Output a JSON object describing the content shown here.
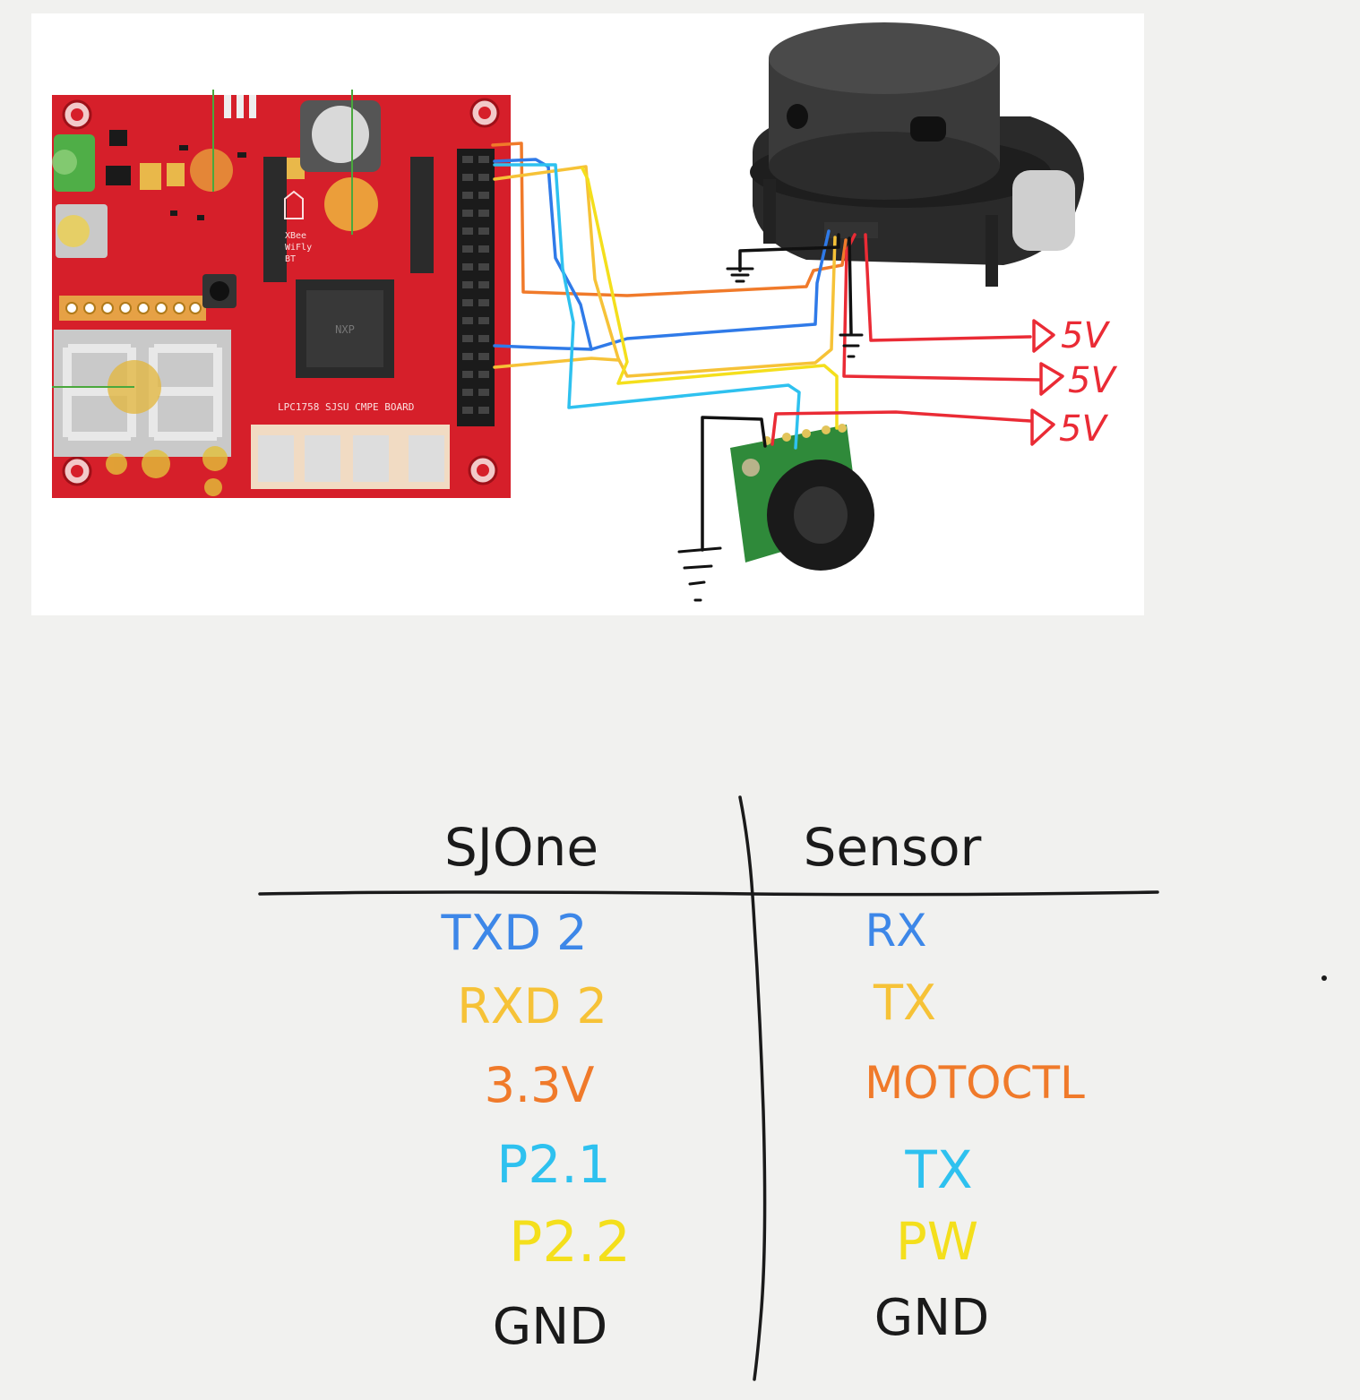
{
  "board": {
    "label": "LPC1758 SJSU CMPE BOARD",
    "slot_label": [
      "XBee",
      "WiFly",
      "BT"
    ]
  },
  "power_labels": [
    "5V",
    "5V",
    "5V"
  ],
  "table": {
    "headers": [
      "SJOne",
      "Sensor"
    ],
    "rows": [
      {
        "sjone": "TXD 2",
        "sensor": "RX",
        "color": "#3d87e8"
      },
      {
        "sjone": "RXD 2",
        "sensor": "TX",
        "color": "#f6c237"
      },
      {
        "sjone": "3.3V",
        "sensor": "MOTOCTL",
        "color": "#f07a2a"
      },
      {
        "sjone": "P2.1",
        "sensor": "TX",
        "color": "#2ec1ef"
      },
      {
        "sjone": "P2.2",
        "sensor": "PW",
        "color": "#f4df1c"
      },
      {
        "sjone": "GND",
        "sensor": "GND",
        "color": "#1a1a1a"
      }
    ]
  },
  "colors": {
    "orange_wire": "#f07a2a",
    "blue_wire": "#2f7ae8",
    "yellow_wire": "#f6c237",
    "cyan_wire": "#2ec1ef",
    "red_wire": "#ea2b35",
    "ground_wire": "#111111",
    "board_red": "#d61f2a"
  }
}
